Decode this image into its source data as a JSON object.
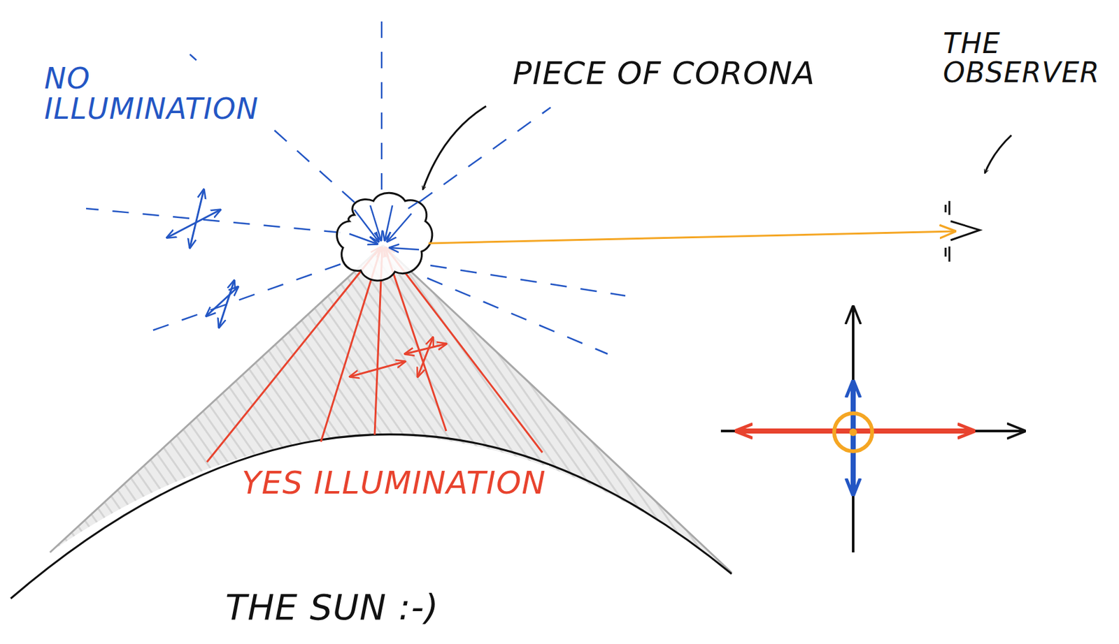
{
  "diagram": {
    "labels": [
      "NO ILLUMINATION",
      "PIECE OF CORONA",
      "THE OBSERVER",
      "YES ILLUMINATION",
      "THE SUN :-)"
    ]
  }
}
